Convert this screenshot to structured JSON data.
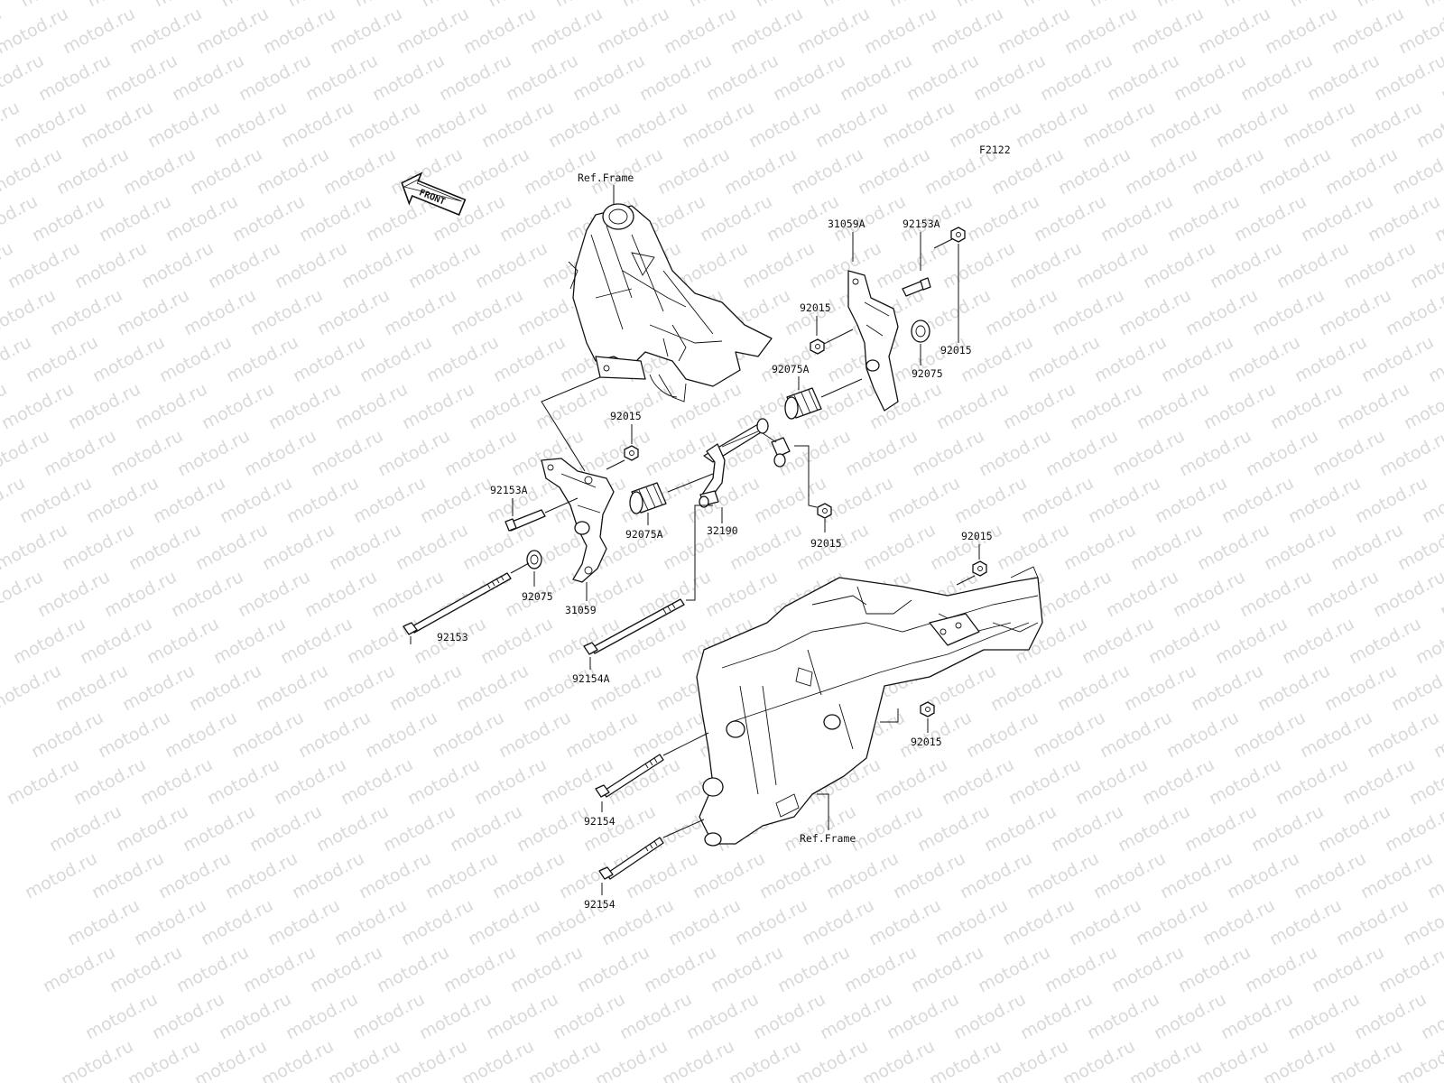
{
  "diagram_id": "F2122",
  "watermark_text": "motod.ru",
  "front_arrow_label": "FRONT",
  "labels": {
    "ref_frame_top": "Ref.Frame",
    "ref_frame_bottom": "Ref.Frame",
    "p31059A": "31059A",
    "p92153A_right": "92153A",
    "p92015_r1": "92015",
    "p92015_r2": "92015",
    "p92075A_right": "92075A",
    "p92075_right": "92075",
    "p92015_mid": "92015",
    "p92153A_left": "92153A",
    "p92075A_left": "92075A",
    "p32190": "32190",
    "p92015_right_lower": "92015",
    "p92015_far_right": "92015",
    "p92075_left": "92075",
    "p31059": "31059",
    "p92153": "92153",
    "p92154A": "92154A",
    "p92015_bottom": "92015",
    "p92154_a": "92154",
    "p92154_b": "92154"
  }
}
